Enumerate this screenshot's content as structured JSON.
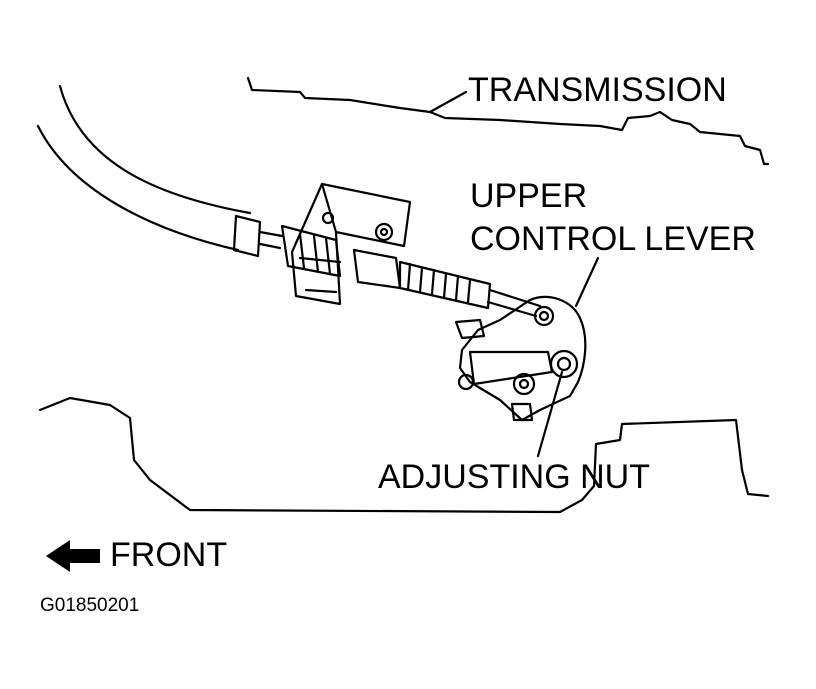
{
  "labels": {
    "transmission": "TRANSMISSION",
    "upper_control_lever_line1": "UPPER",
    "upper_control_lever_line2": "CONTROL LEVER",
    "adjusting_nut": "ADJUSTING NUT",
    "front": "FRONT",
    "figure_id": "G01850201"
  },
  "colors": {
    "ink": "#000000",
    "paper": "#ffffff"
  },
  "icons": {
    "front_arrow": "left-arrow-icon"
  }
}
